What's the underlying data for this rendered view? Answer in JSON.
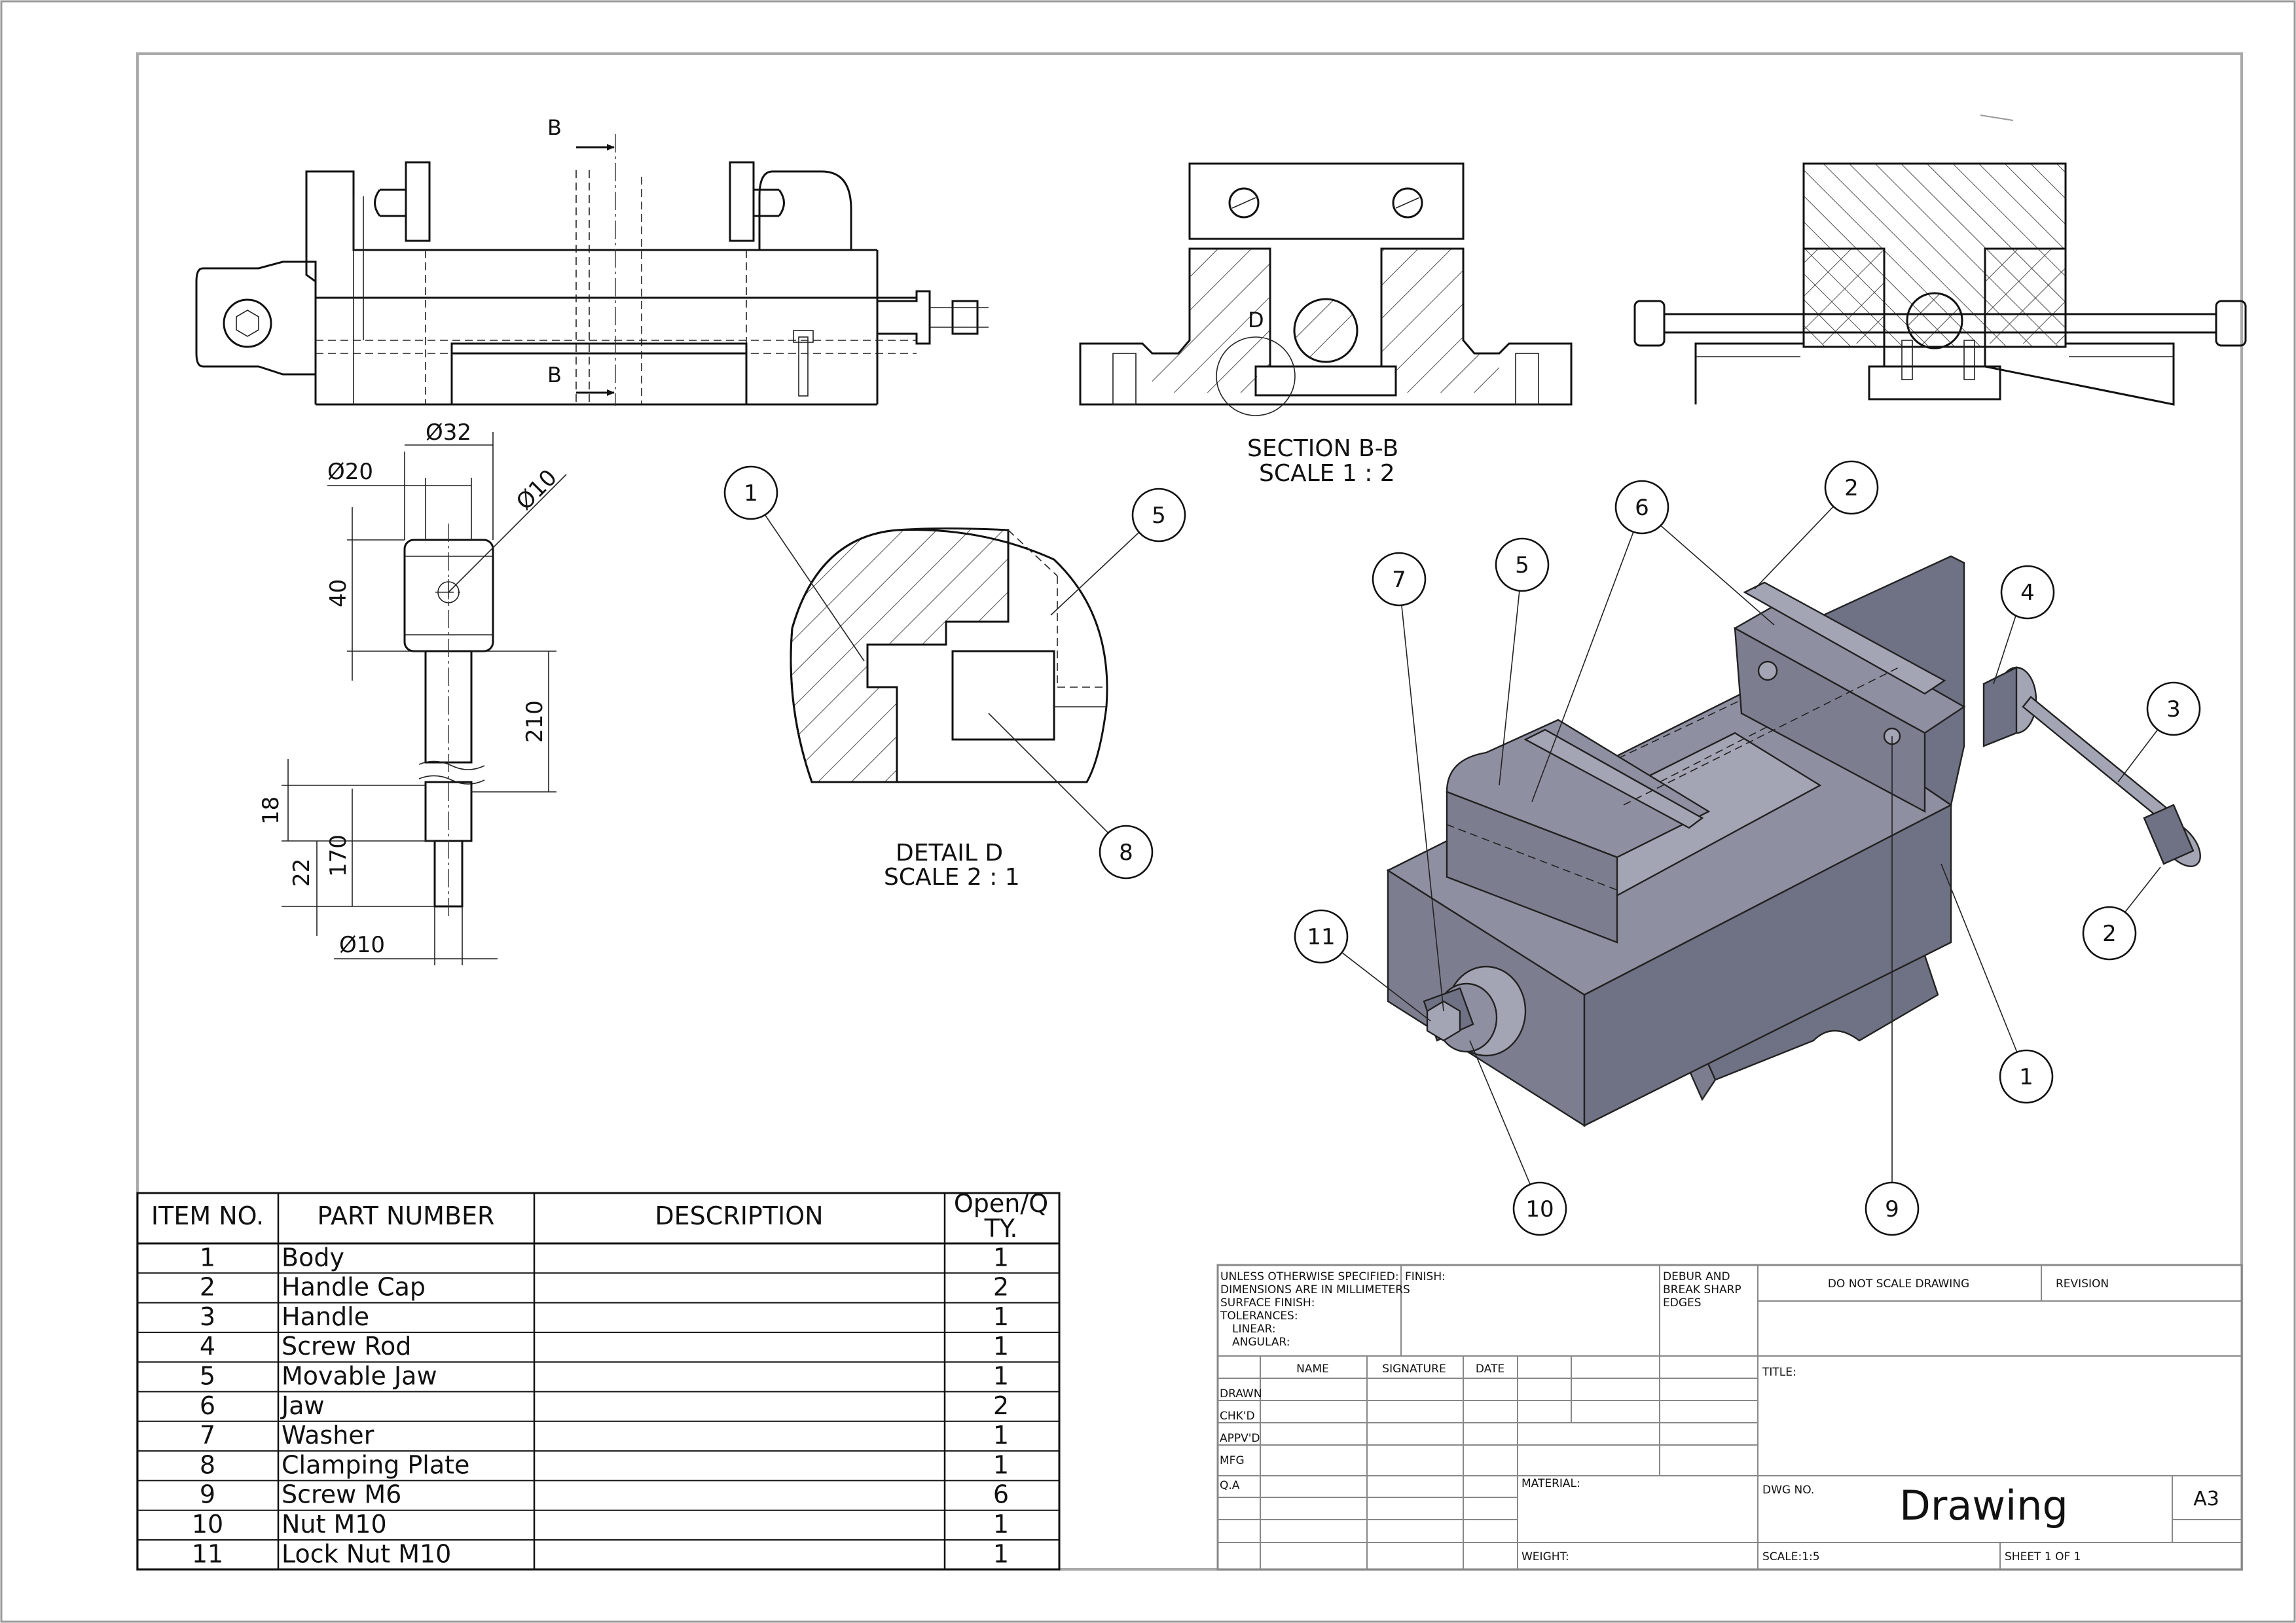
{
  "views": {
    "section_label": "SECTION B-B",
    "section_scale": "SCALE 1 : 2",
    "detail_label": "DETAIL D",
    "detail_scale": "SCALE 2 : 1",
    "cut_label_top": "B",
    "cut_label_bottom": "B",
    "detail_marker": "D"
  },
  "dimensions": {
    "d32": "Ø32",
    "d20": "Ø20",
    "d10_top": "Ø10",
    "h40": "40",
    "h210": "210",
    "h18": "18",
    "h22": "22",
    "h170": "170",
    "d10_bottom": "Ø10"
  },
  "balloons": {
    "detail": [
      "1",
      "5",
      "8"
    ],
    "iso": [
      "6",
      "2",
      "7",
      "5",
      "4",
      "3",
      "2",
      "11",
      "1",
      "10",
      "9"
    ]
  },
  "bom": {
    "headers": [
      "ITEM NO.",
      "PART NUMBER",
      "DESCRIPTION",
      "Open/Q",
      "TY."
    ],
    "rows": [
      {
        "item": "1",
        "part": "Body",
        "desc": "",
        "qty": "1"
      },
      {
        "item": "2",
        "part": "Handle Cap",
        "desc": "",
        "qty": "2"
      },
      {
        "item": "3",
        "part": "Handle",
        "desc": "",
        "qty": "1"
      },
      {
        "item": "4",
        "part": "Screw Rod",
        "desc": "",
        "qty": "1"
      },
      {
        "item": "5",
        "part": "Movable Jaw",
        "desc": "",
        "qty": "1"
      },
      {
        "item": "6",
        "part": "Jaw",
        "desc": "",
        "qty": "2"
      },
      {
        "item": "7",
        "part": "Washer",
        "desc": "",
        "qty": "1"
      },
      {
        "item": "8",
        "part": "Clamping Plate",
        "desc": "",
        "qty": "1"
      },
      {
        "item": "9",
        "part": "Screw M6",
        "desc": "",
        "qty": "6"
      },
      {
        "item": "10",
        "part": "Nut M10",
        "desc": "",
        "qty": "1"
      },
      {
        "item": "11",
        "part": "Lock Nut M10",
        "desc": "",
        "qty": "1"
      }
    ]
  },
  "title_block": {
    "general_notes": [
      "UNLESS OTHERWISE SPECIFIED:",
      "DIMENSIONS ARE IN MILLIMETERS",
      "SURFACE FINISH:",
      "TOLERANCES:",
      "LINEAR:",
      "ANGULAR:"
    ],
    "finish": "FINISH:",
    "deburr": [
      "DEBUR AND",
      "BREAK SHARP",
      "EDGES"
    ],
    "do_not_scale": "DO NOT SCALE DRAWING",
    "revision": "REVISION",
    "col_name": "NAME",
    "col_signature": "SIGNATURE",
    "col_date": "DATE",
    "row_labels": [
      "DRAWN",
      "CHK'D",
      "APPV'D",
      "MFG",
      "Q.A"
    ],
    "title": "TITLE:",
    "material": "MATERIAL:",
    "dwg_no": "DWG NO.",
    "drawing_name": "Drawing",
    "size": "A3",
    "weight": "WEIGHT:",
    "scale": "SCALE:1:5",
    "sheet": "SHEET 1 OF 1"
  }
}
